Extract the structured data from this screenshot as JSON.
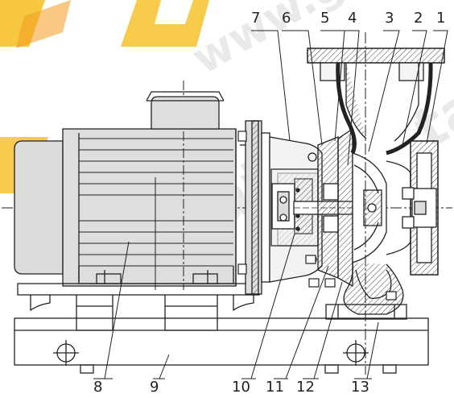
{
  "callouts": {
    "top": [
      "7",
      "6",
      "5",
      "4",
      "3",
      "2",
      "1"
    ],
    "bottom": [
      "8",
      "9",
      "10",
      "11",
      "12",
      "13"
    ]
  },
  "watermark": {
    "url_text": "www.greatot",
    "brand_text": "Great",
    "brand_text_2": "ta",
    "logo_text": "GD"
  },
  "colors": {
    "logo_yellow": "#f6c22a",
    "logo_orange": "#f39a1f",
    "line": "#222222",
    "motor_fill": "#dedede",
    "hatch": "#444444"
  }
}
